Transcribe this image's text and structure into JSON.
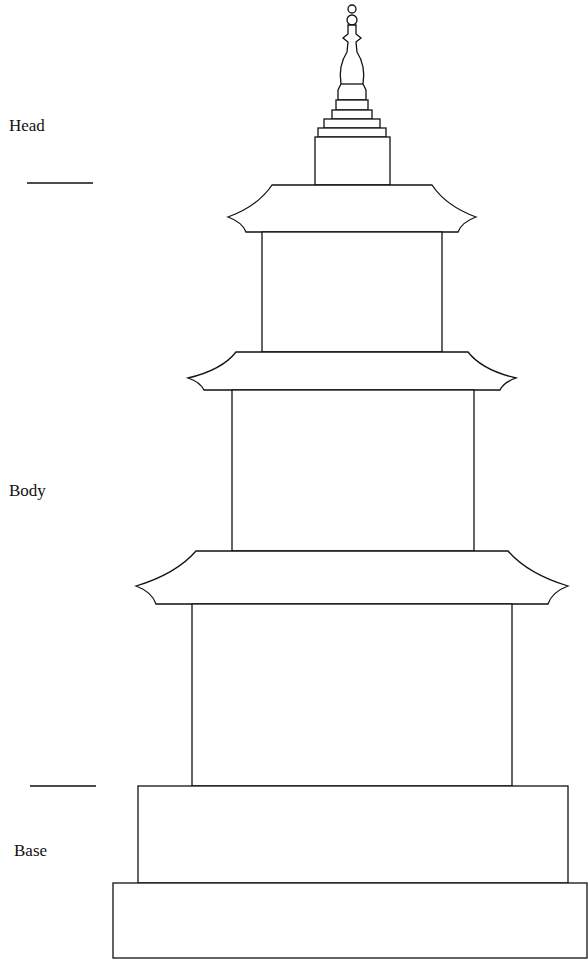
{
  "diagram": {
    "labels": [
      "Head",
      "Body",
      "Base"
    ]
  }
}
